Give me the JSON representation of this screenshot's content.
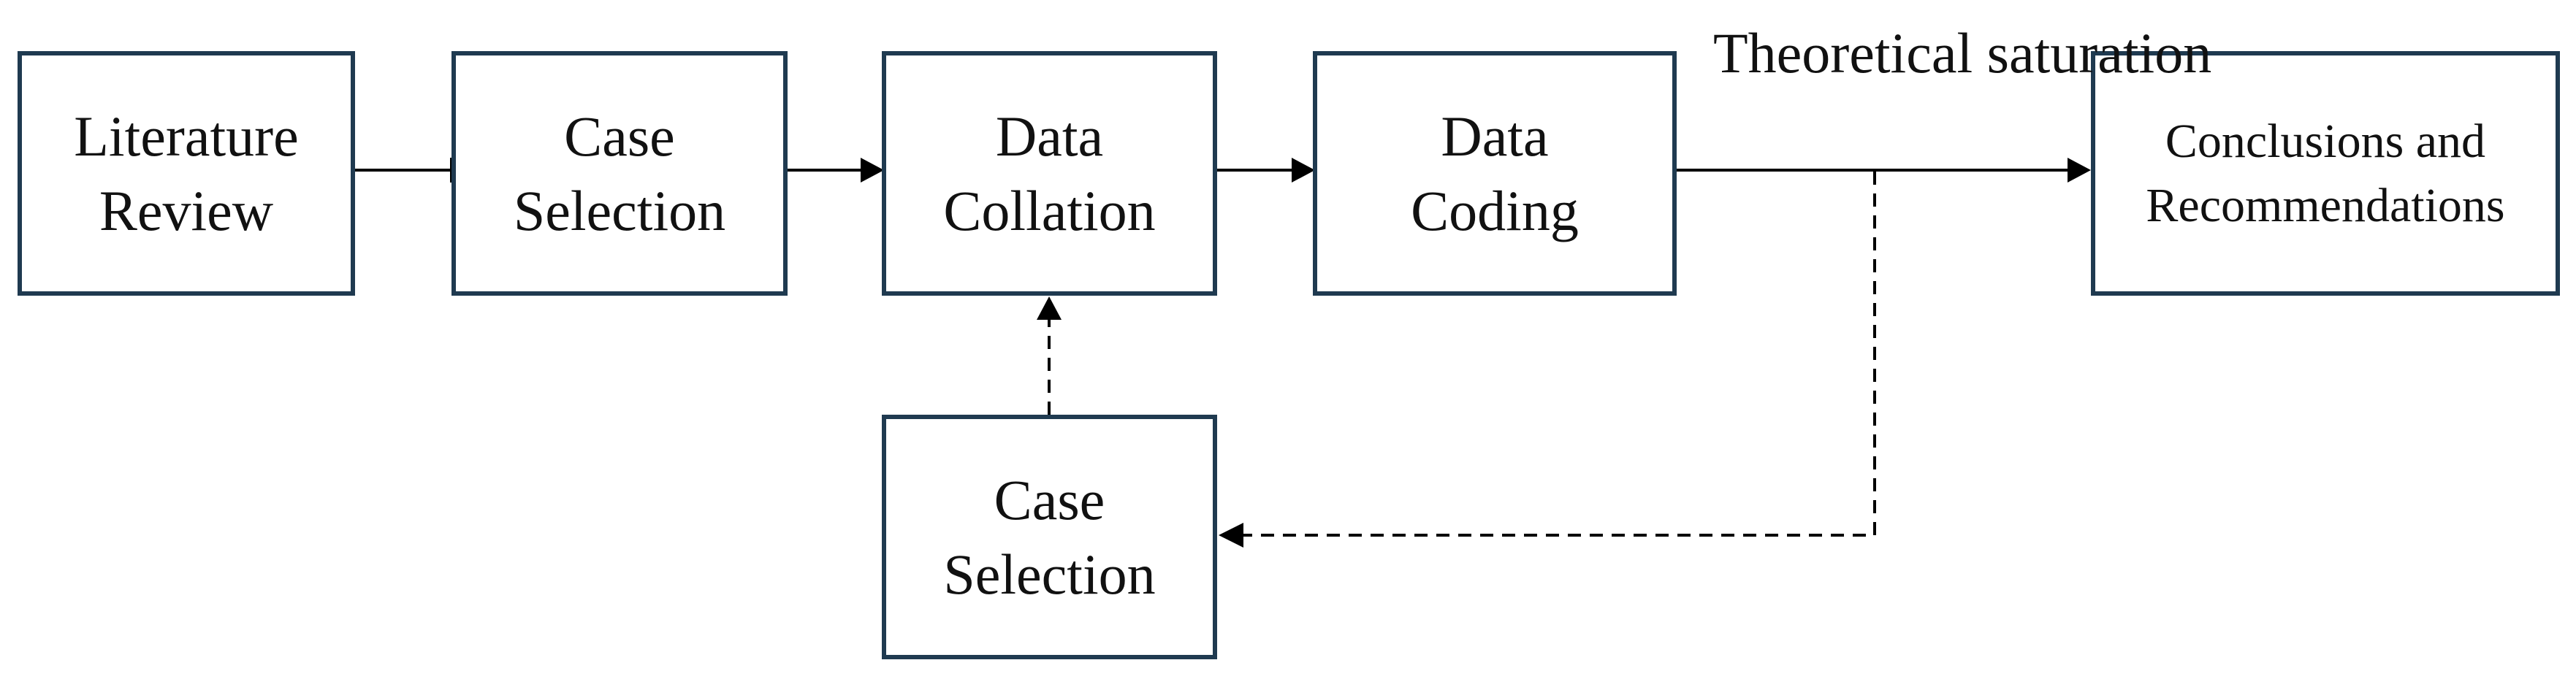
{
  "colors": {
    "box_border": "#1F3A50",
    "arrow": "#000000",
    "text": "#111111"
  },
  "nodes": {
    "literature_review": {
      "line1": "Literature",
      "line2": "Review"
    },
    "case_selection": {
      "line1": "Case",
      "line2": "Selection"
    },
    "data_collation": {
      "line1": "Data",
      "line2": "Collation"
    },
    "data_coding": {
      "line1": "Data",
      "line2": "Coding"
    },
    "conclusions": {
      "line1": "Conclusions and",
      "line2": "Recommendations"
    },
    "case_selection_loop": {
      "line1": "Case",
      "line2": "Selection"
    }
  },
  "edge_labels": {
    "saturation": {
      "line1": "Theoretical",
      "line2": "saturation"
    }
  },
  "edges": [
    {
      "from": "literature_review",
      "to": "case_selection",
      "style": "solid"
    },
    {
      "from": "case_selection",
      "to": "data_collation",
      "style": "solid"
    },
    {
      "from": "data_collation",
      "to": "data_coding",
      "style": "solid"
    },
    {
      "from": "data_coding",
      "to": "conclusions",
      "style": "solid"
    },
    {
      "from": "data_coding",
      "to": "case_selection_loop",
      "style": "dashed"
    },
    {
      "from": "case_selection_loop",
      "to": "data_collation",
      "style": "dashed"
    }
  ]
}
